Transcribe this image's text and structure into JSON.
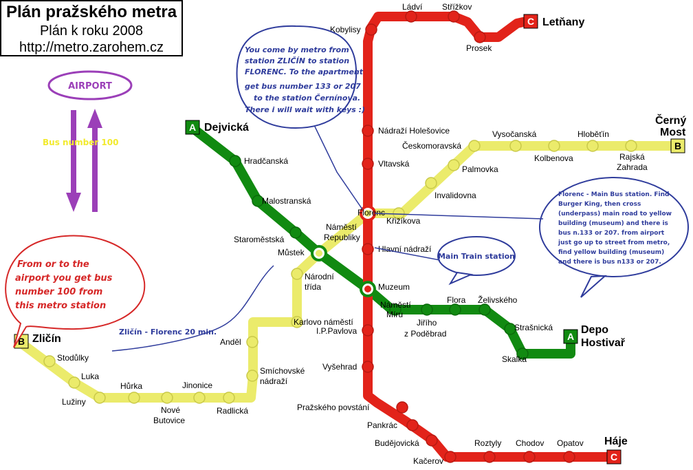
{
  "header": {
    "title": "Plán pražského metra",
    "subtitle": "Plán k roku 2008",
    "url": "http://metro.zarohem.cz"
  },
  "colors": {
    "line_a": "#118a11",
    "line_b": "#ebeb6b",
    "line_c": "#e2231a",
    "annotation_blue": "#2f3c9c",
    "annotation_red": "#d62828",
    "airport_purple": "#9b3fb8"
  },
  "terminals": {
    "dejvicka": "Dejvická",
    "letnany": "Letňany",
    "cerny_most_1": "Černý",
    "cerny_most_2": "Most",
    "depo_1": "Depo",
    "depo_2": "Hostivař",
    "zlicin": "Zličín",
    "haje": "Háje",
    "badge_a": "A",
    "badge_b": "B",
    "badge_c": "C"
  },
  "stations": {
    "hradcanska": "Hradčanská",
    "malostranska": "Malostranská",
    "staromestska": "Staroměstská",
    "mustek": "Můstek",
    "namesti_republiky_1": "Náměstí",
    "namesti_republiky_2": "Republiky",
    "florenc": "Florenc",
    "krizikova": "Křižíkova",
    "invalidovna": "Invalidovna",
    "palmovka": "Palmovka",
    "ceskomoravska": "Českomoravská",
    "vysocanska": "Vysočanská",
    "kolbenova": "Kolbenova",
    "hlubetin": "Hloběťín",
    "rajska_1": "Rajská",
    "rajska_2": "Zahrada",
    "ladvi": "Ládví",
    "strizkov": "Střížkov",
    "kobylisy": "Kobylisy",
    "prosek": "Prosek",
    "nadrazi_holesovice": "Nádraží Holešovice",
    "vltavska": "Vltavská",
    "hlavni_nadrazi": "Hlavní nádraží",
    "muzeum": "Muzeum",
    "namesti_miru_1": "Náměstí",
    "namesti_miru_2": "Míru",
    "flora": "Flora",
    "zelivskeho": "Želivského",
    "jiriho_1": "Jiřího",
    "jiriho_2": "z Poděbrad",
    "strasnicka": "Strašnická",
    "skalka": "Skalka",
    "narodni_1": "Národní",
    "narodni_2": "třída",
    "karlovo": "Karlovo náměstí",
    "ip_pavlova": "I.P.Pavlova",
    "vysehrad": "Vyšehrad",
    "prazskeho_povstani": "Pražského povstání",
    "pankrac": "Pankrác",
    "budejovicka": "Budějovická",
    "kacerov": "Kačerov",
    "roztyly": "Roztyly",
    "chodov": "Chodov",
    "opatov": "Opatov",
    "andel": "Anděl",
    "smichovske_1": "Smíchovské",
    "smichovske_2": "nádraží",
    "stodulky": "Stodůlky",
    "luka": "Luka",
    "luziny": "Lužiny",
    "hurka": "Hůrka",
    "nove_butovice_1": "Nové",
    "nove_butovice_2": "Butovice",
    "jinonice": "Jinonice",
    "radlicka": "Radlická"
  },
  "annotations": {
    "airport": "AIRPORT",
    "bus_number": "Bus number 100",
    "metro_bubble": [
      "You come by metro from",
      "station ZLIČÍN to station",
      "FLORENC. To the apartment",
      "get bus number 133 or 207",
      "to the station Černínova.",
      "There i will wait with keys :)"
    ],
    "airport_bubble": [
      "From or to the",
      "airport you get bus",
      "number 100 from",
      "this metro station"
    ],
    "florenc_bubble": [
      "Florenc - Main Bus station. Find",
      "Burger King, then cross",
      "(underpass) main road to yellow",
      "building (museum) and there is",
      "bus n.133 or 207. from airport",
      "just go up to street from metro,",
      "find yellow building (museum)",
      "and there is bus n133 or 207."
    ],
    "train_bubble": "Main Train station",
    "travel_time": "Zličín - Florenc 20 min."
  }
}
